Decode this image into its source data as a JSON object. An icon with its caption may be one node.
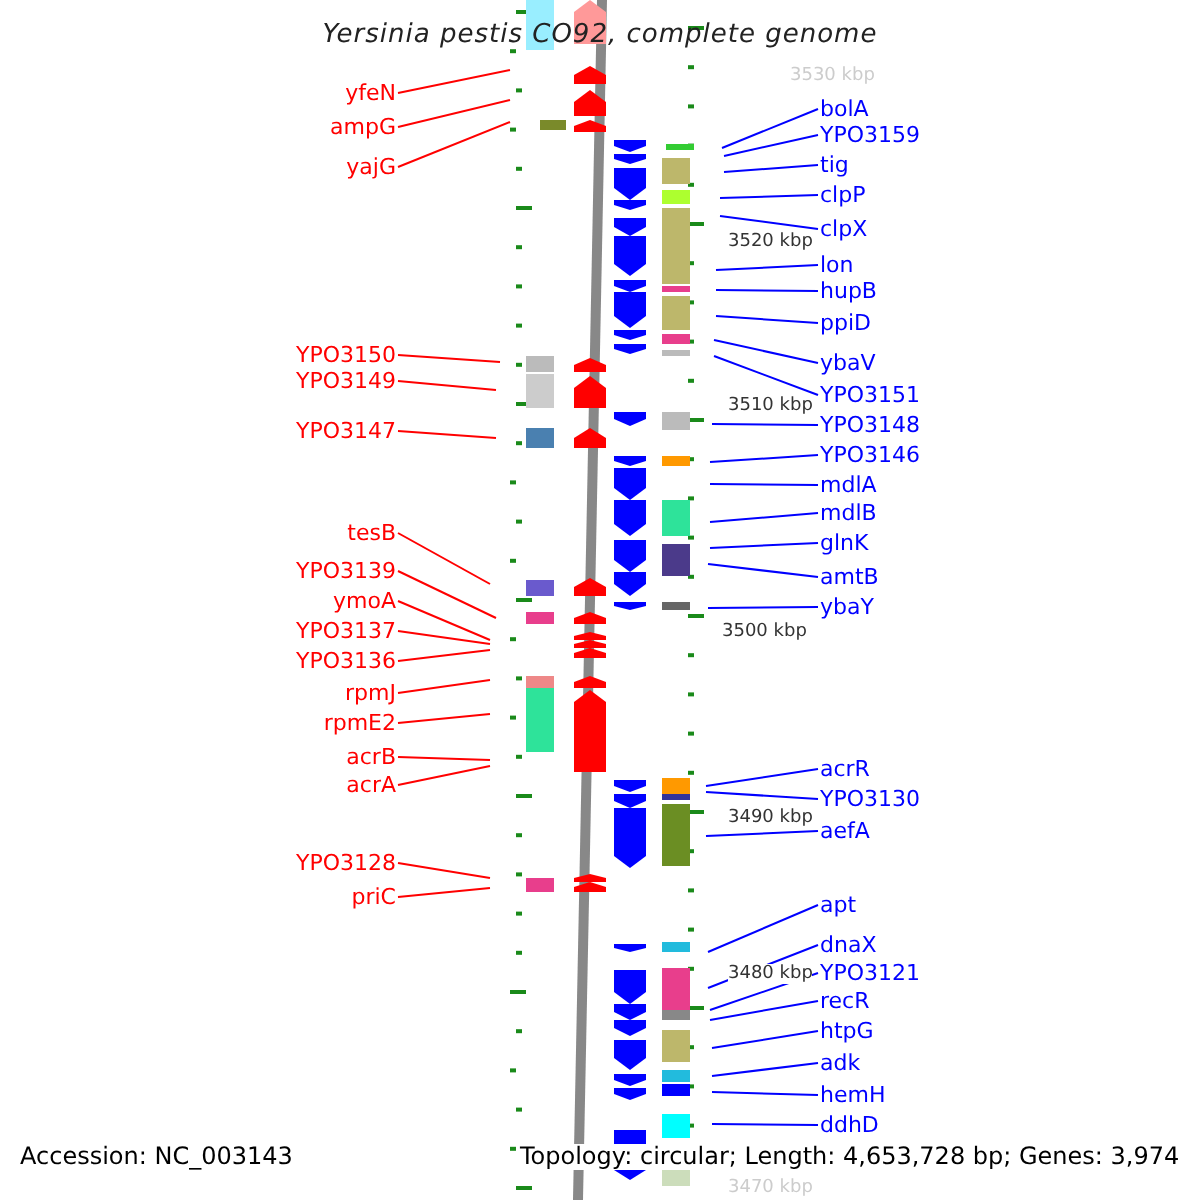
{
  "diagram": {
    "title": "Yersinia pestis CO92, complete genome",
    "nodes": [
      {
        "text": [
          "yfeN"
        ]
      },
      {
        "text": [
          "ampG"
        ]
      },
      {
        "text": [
          "yajG"
        ]
      },
      {
        "text": [
          "YPO3150"
        ]
      },
      {
        "text": [
          "YPO3149"
        ]
      },
      {
        "text": [
          "YPO3147"
        ]
      },
      {
        "text": [
          "tesB"
        ]
      },
      {
        "text": [
          "YPO3139"
        ]
      },
      {
        "text": [
          "ymoA"
        ]
      },
      {
        "text": [
          "YPO3137"
        ]
      },
      {
        "text": [
          "YPO3136"
        ]
      },
      {
        "text": [
          "rpmJ"
        ]
      },
      {
        "text": [
          "rpmE2"
        ]
      },
      {
        "text": [
          "acrB"
        ]
      },
      {
        "text": [
          "acrA"
        ]
      },
      {
        "text": [
          "YPO3128"
        ]
      },
      {
        "text": [
          "priC"
        ]
      },
      {
        "text": [
          "bolA"
        ]
      },
      {
        "text": [
          "YPO3159"
        ]
      },
      {
        "text": [
          "tig"
        ]
      },
      {
        "text": [
          "clpP"
        ]
      },
      {
        "text": [
          "clpX"
        ]
      },
      {
        "text": [
          "lon"
        ]
      },
      {
        "text": [
          "hupB"
        ]
      },
      {
        "text": [
          "ppiD"
        ]
      },
      {
        "text": [
          "ybaV"
        ]
      },
      {
        "text": [
          "YPO3151"
        ]
      },
      {
        "text": [
          "YPO3148"
        ]
      },
      {
        "text": [
          "YPO3146"
        ]
      },
      {
        "text": [
          "mdlA"
        ]
      },
      {
        "text": [
          "mdlB"
        ]
      },
      {
        "text": [
          "glnK"
        ]
      },
      {
        "text": [
          "amtB"
        ]
      },
      {
        "text": [
          "ybaY"
        ]
      },
      {
        "text": [
          "acrR"
        ]
      },
      {
        "text": [
          "YPO3130"
        ]
      },
      {
        "text": [
          "aefA"
        ]
      },
      {
        "text": [
          "apt"
        ]
      },
      {
        "text": [
          "dnaX"
        ]
      },
      {
        "text": [
          "YPO3121"
        ]
      },
      {
        "text": [
          "recR"
        ]
      },
      {
        "text": [
          "htpG"
        ]
      },
      {
        "text": [
          "adk"
        ]
      },
      {
        "text": [
          "hemH"
        ]
      },
      {
        "text": [
          "ddhD"
        ]
      }
    ],
    "edges": [
      {
        "from": 0,
        "to": null,
        "arrow": "none",
        "color": "#ff0000"
      },
      {
        "from": 1,
        "to": null,
        "arrow": "none",
        "color": "#ff0000"
      },
      {
        "from": 2,
        "to": null,
        "arrow": "none",
        "color": "#ff0000"
      },
      {
        "from": 3,
        "to": null,
        "arrow": "none",
        "color": "#ff0000"
      },
      {
        "from": 4,
        "to": null,
        "arrow": "none",
        "color": "#ff0000"
      },
      {
        "from": 5,
        "to": null,
        "arrow": "none",
        "color": "#ff0000"
      },
      {
        "from": 6,
        "to": null,
        "arrow": "none",
        "color": "#ff0000"
      },
      {
        "from": 7,
        "to": null,
        "arrow": "none",
        "color": "#ff0000"
      },
      {
        "from": 8,
        "to": null,
        "arrow": "none",
        "color": "#ff0000"
      },
      {
        "from": 9,
        "to": null,
        "arrow": "none",
        "color": "#ff0000"
      },
      {
        "from": 10,
        "to": null,
        "arrow": "none",
        "color": "#ff0000"
      },
      {
        "from": 11,
        "to": null,
        "arrow": "none",
        "color": "#ff0000"
      },
      {
        "from": 12,
        "to": null,
        "arrow": "none",
        "color": "#ff0000"
      },
      {
        "from": 13,
        "to": null,
        "arrow": "none",
        "color": "#ff0000"
      },
      {
        "from": 14,
        "to": null,
        "arrow": "none",
        "color": "#ff0000"
      },
      {
        "from": 15,
        "to": null,
        "arrow": "none",
        "color": "#ff0000"
      },
      {
        "from": 16,
        "to": null,
        "arrow": "none",
        "color": "#ff0000"
      },
      {
        "from": 17,
        "to": null,
        "arrow": "none"
      },
      {
        "from": 18,
        "to": null,
        "arrow": "none"
      },
      {
        "from": 19,
        "to": null,
        "arrow": "none"
      },
      {
        "from": 20,
        "to": null,
        "arrow": "none"
      },
      {
        "from": 21,
        "to": null,
        "arrow": "none"
      },
      {
        "from": 22,
        "to": null,
        "arrow": "none"
      },
      {
        "from": 23,
        "to": null,
        "arrow": "none"
      },
      {
        "from": 24,
        "to": null,
        "arrow": "none"
      },
      {
        "from": 25,
        "to": null,
        "arrow": "none"
      },
      {
        "from": 26,
        "to": null,
        "arrow": "none"
      },
      {
        "from": 27,
        "to": null,
        "arrow": "none"
      },
      {
        "from": 28,
        "to": null,
        "arrow": "none"
      },
      {
        "from": 29,
        "to": null,
        "arrow": "none"
      },
      {
        "from": 30,
        "to": null,
        "arrow": "none"
      },
      {
        "from": 31,
        "to": null,
        "arrow": "none"
      },
      {
        "from": 32,
        "to": null,
        "arrow": "none"
      },
      {
        "from": 33,
        "to": null,
        "arrow": "none"
      },
      {
        "from": 34,
        "to": null,
        "arrow": "none"
      },
      {
        "from": 35,
        "to": null,
        "arrow": "none"
      },
      {
        "from": 36,
        "to": null,
        "arrow": "none"
      },
      {
        "from": 37,
        "to": null,
        "arrow": "none"
      },
      {
        "from": 38,
        "to": null,
        "arrow": "none"
      },
      {
        "from": 39,
        "to": null,
        "arrow": "none"
      },
      {
        "from": 40,
        "to": null,
        "arrow": "none"
      },
      {
        "from": 41,
        "to": null,
        "arrow": "none"
      },
      {
        "from": 42,
        "to": null,
        "arrow": "none"
      },
      {
        "from": 43,
        "to": null,
        "arrow": "none"
      },
      {
        "from": 44,
        "to": null,
        "arrow": "none"
      }
    ],
    "labels": [
      "3530 kbp",
      "3520 kbp",
      "3510 kbp",
      "3500 kbp",
      "3490 kbp",
      "3480 kbp",
      "3470 kbp",
      "Accession: NC_003143",
      "Topology: circular; Length: 4,653,728 bp; Genes: 3,974"
    ]
  }
}
